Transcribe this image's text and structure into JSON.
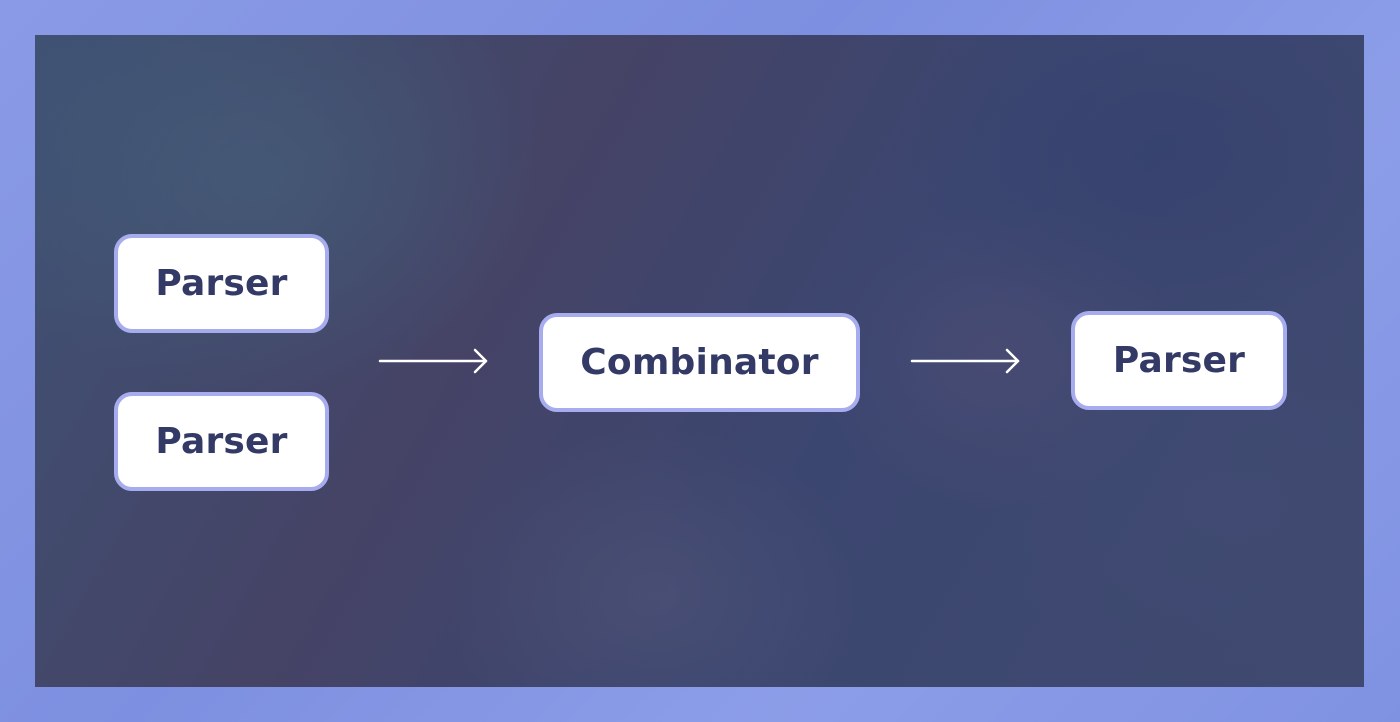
{
  "diagram": {
    "inputs": [
      {
        "label": "Parser"
      },
      {
        "label": "Parser"
      }
    ],
    "combinator": {
      "label": "Combinator"
    },
    "output": {
      "label": "Parser"
    },
    "colors": {
      "frame": "#8a9ae6",
      "canvas": "#434a6e",
      "node_fill": "#ffffff",
      "node_border": "#a7acef",
      "node_text": "#343a66",
      "arrow": "#ffffff"
    }
  }
}
